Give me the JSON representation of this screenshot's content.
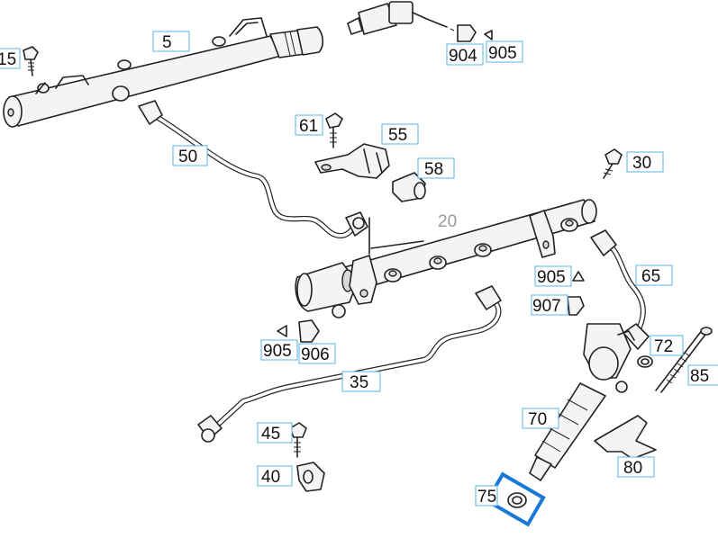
{
  "labels": {
    "l5": "5",
    "l15": "15",
    "l904": "904",
    "l905a": "905",
    "l61": "61",
    "l55": "55",
    "l50": "50",
    "l58": "58",
    "l30": "30",
    "l20": "20",
    "l905b": "905",
    "l65": "65",
    "l907": "907",
    "l72": "72",
    "l905c": "905",
    "l906": "906",
    "l85": "85",
    "l35": "35",
    "l70": "70",
    "l45": "45",
    "l80": "80",
    "l40": "40",
    "l75": "75"
  },
  "highlight": {
    "part": "75",
    "color": "#1a78d6"
  },
  "colors": {
    "label_border": "#5ab4e6",
    "line": "#222222"
  }
}
